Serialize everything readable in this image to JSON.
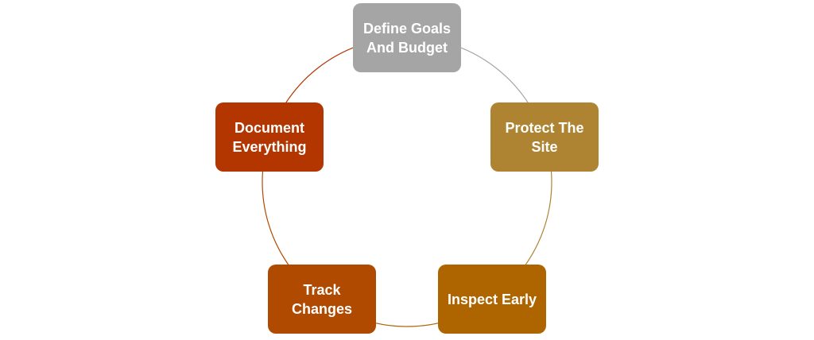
{
  "steps": [
    {
      "label": "Define Goals\nAnd Budget",
      "color": "#a5a5a5"
    },
    {
      "label": "Protect The\nSite",
      "color": "#ae8432"
    },
    {
      "label": "Inspect Early",
      "color": "#ae6500"
    },
    {
      "label": "Track\nChanges",
      "color": "#b04a00"
    },
    {
      "label": "Document\nEverything",
      "color": "#b33500"
    }
  ]
}
